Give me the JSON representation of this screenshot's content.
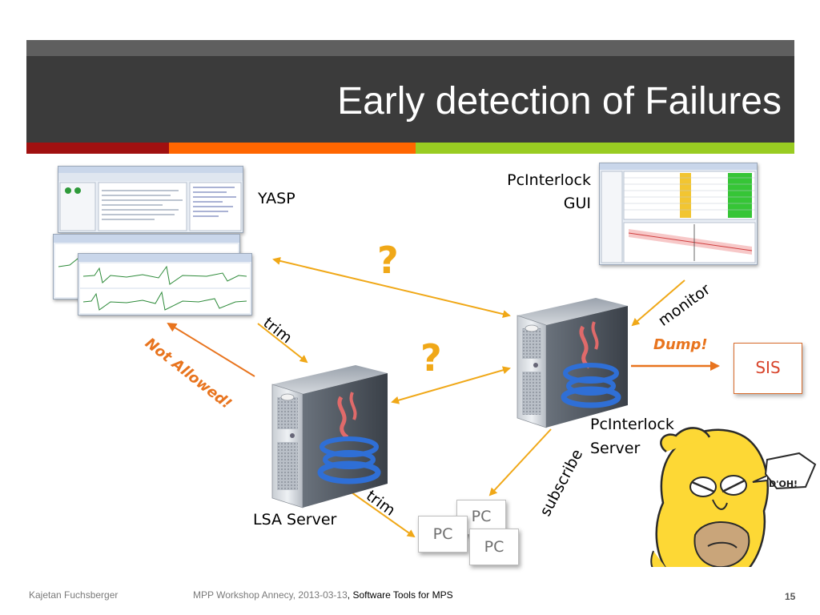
{
  "slide": {
    "title": "Early detection of Failures",
    "page_number": "15"
  },
  "accent_colors": [
    "#a01010",
    "#ff6600",
    "#99cc22"
  ],
  "nodes": {
    "yasp": "YASP",
    "pcinterlock_gui_line1": "PcInterlock",
    "pcinterlock_gui_line2": "GUI",
    "pcinterlock_server_line1": "PcInterlock",
    "pcinterlock_server_line2": "Server",
    "lsa_server": "LSA Server",
    "sis": "SIS",
    "pc_1": "PC",
    "pc_2": "PC",
    "pc_3": "PC"
  },
  "edge_labels": {
    "trim_1": "trim",
    "trim_2": "trim",
    "not_allowed": "Not Allowed!",
    "monitor": "monitor",
    "dump": "Dump!",
    "subscribe": "subscribe",
    "question_1": "?",
    "question_2": "?"
  },
  "cartoon": {
    "speech": "D'OH!"
  },
  "footer": {
    "author": "Kajetan Fuchsberger",
    "event": "MPP Workshop Annecy, 2013-03-13",
    "separator": ", ",
    "topic": "Software Tools for MPS"
  }
}
